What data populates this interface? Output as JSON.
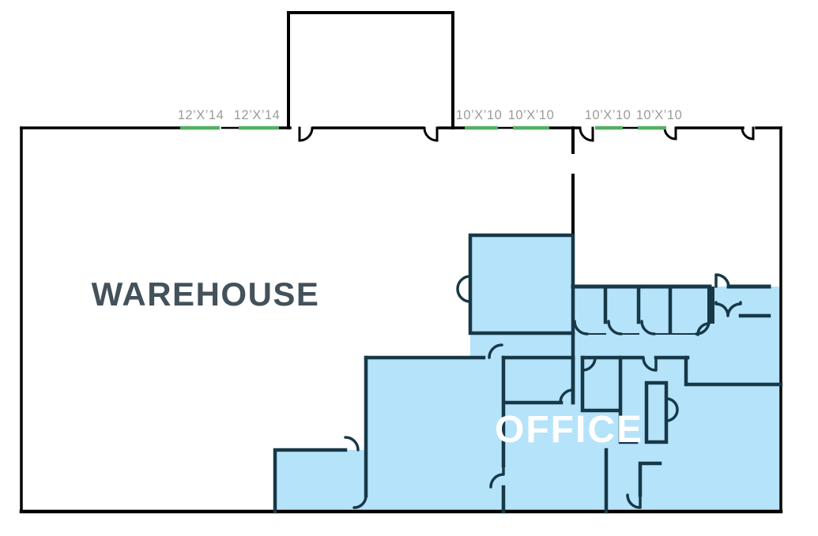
{
  "floor_plan": {
    "type": "warehouse-office floor plan",
    "areas": {
      "warehouse": {
        "label": "WAREHOUSE"
      },
      "office": {
        "label": "OFFICE"
      }
    },
    "door_labels": [
      "12’X’14",
      "12’X’14",
      "10’X’10",
      "10’X’10",
      "10’X’10",
      "10’X’10"
    ],
    "colors": {
      "outer_wall": "#000000",
      "interior_wall": "#173847",
      "office_fill": "#b5e3fa",
      "door_highlight": "#53af63",
      "door_label_text": "#9b9b9b",
      "warehouse_text": "#43515a",
      "office_text": "#ffffff"
    }
  }
}
